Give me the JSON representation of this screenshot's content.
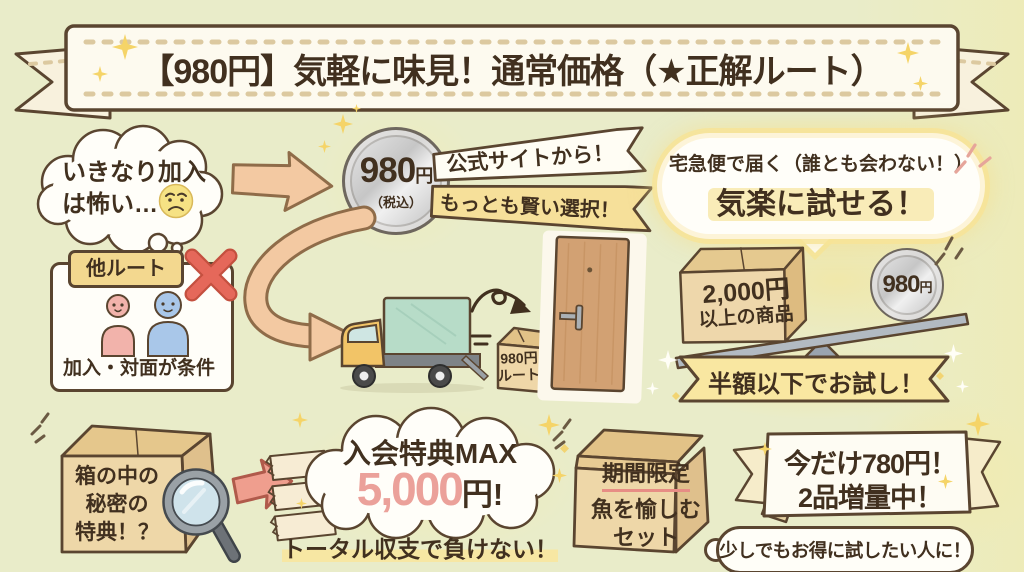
{
  "colors": {
    "background": "#e9ecc9",
    "outline_brown": "#5a4530",
    "text_brown": "#41301f",
    "gold_star": "#f5d468",
    "arrow_peach": "#f3c9a2",
    "arrow_pink": "#ef9e8e",
    "x_red": "#e5685a",
    "label_yellow": "#f6e09a",
    "ribbon_yellow": "#f9e7a1",
    "price_pink": "#eba19a",
    "highlight_yellow": "#f7e7a3",
    "cardboard": "#eed7a8",
    "truck_cab_yellow": "#f2c467",
    "truck_cargo_green": "#b7dcc8"
  },
  "banner": {
    "title": "【980円】気軽に味見！通常価格（★正解ルート）"
  },
  "thought_bubble": {
    "line1": "いきなり加入",
    "line2": "は怖い…"
  },
  "main_coin": {
    "amount": "980",
    "unit": "円",
    "tax_note": "（税込）"
  },
  "coin_labels": {
    "official_site": "公式サイトから！",
    "wise_choice": "もっとも賢い選択！"
  },
  "delivery_bubble": {
    "line1": "宅急便で届く（誰とも会わない！）",
    "line2": "気楽に試せる！"
  },
  "other_route": {
    "tag": "他ルート",
    "condition": "加入・対面が条件"
  },
  "parcel": {
    "line1": "980円",
    "line2": "ルート"
  },
  "balance": {
    "box_line1": "2,000円",
    "box_line2": "以上の商品",
    "coin_amount": "980",
    "coin_unit": "円",
    "ribbon": "半額以下でお試し！"
  },
  "secret_box": {
    "line1": "箱の中の",
    "line2": "秘密の",
    "line3": "特典！？"
  },
  "bonus_bubble": {
    "title": "入会特典MAX",
    "amount": "5,000",
    "unit": "円!",
    "note": "トータル収支で負けない！"
  },
  "limited_box": {
    "line1": "期間限定",
    "line2": "魚を愉しむ",
    "line3": "セット"
  },
  "promo_banner": {
    "line1": "今だけ780円！",
    "line2": "2品増量中！",
    "note": "少しでもお得に試したい人に！"
  }
}
